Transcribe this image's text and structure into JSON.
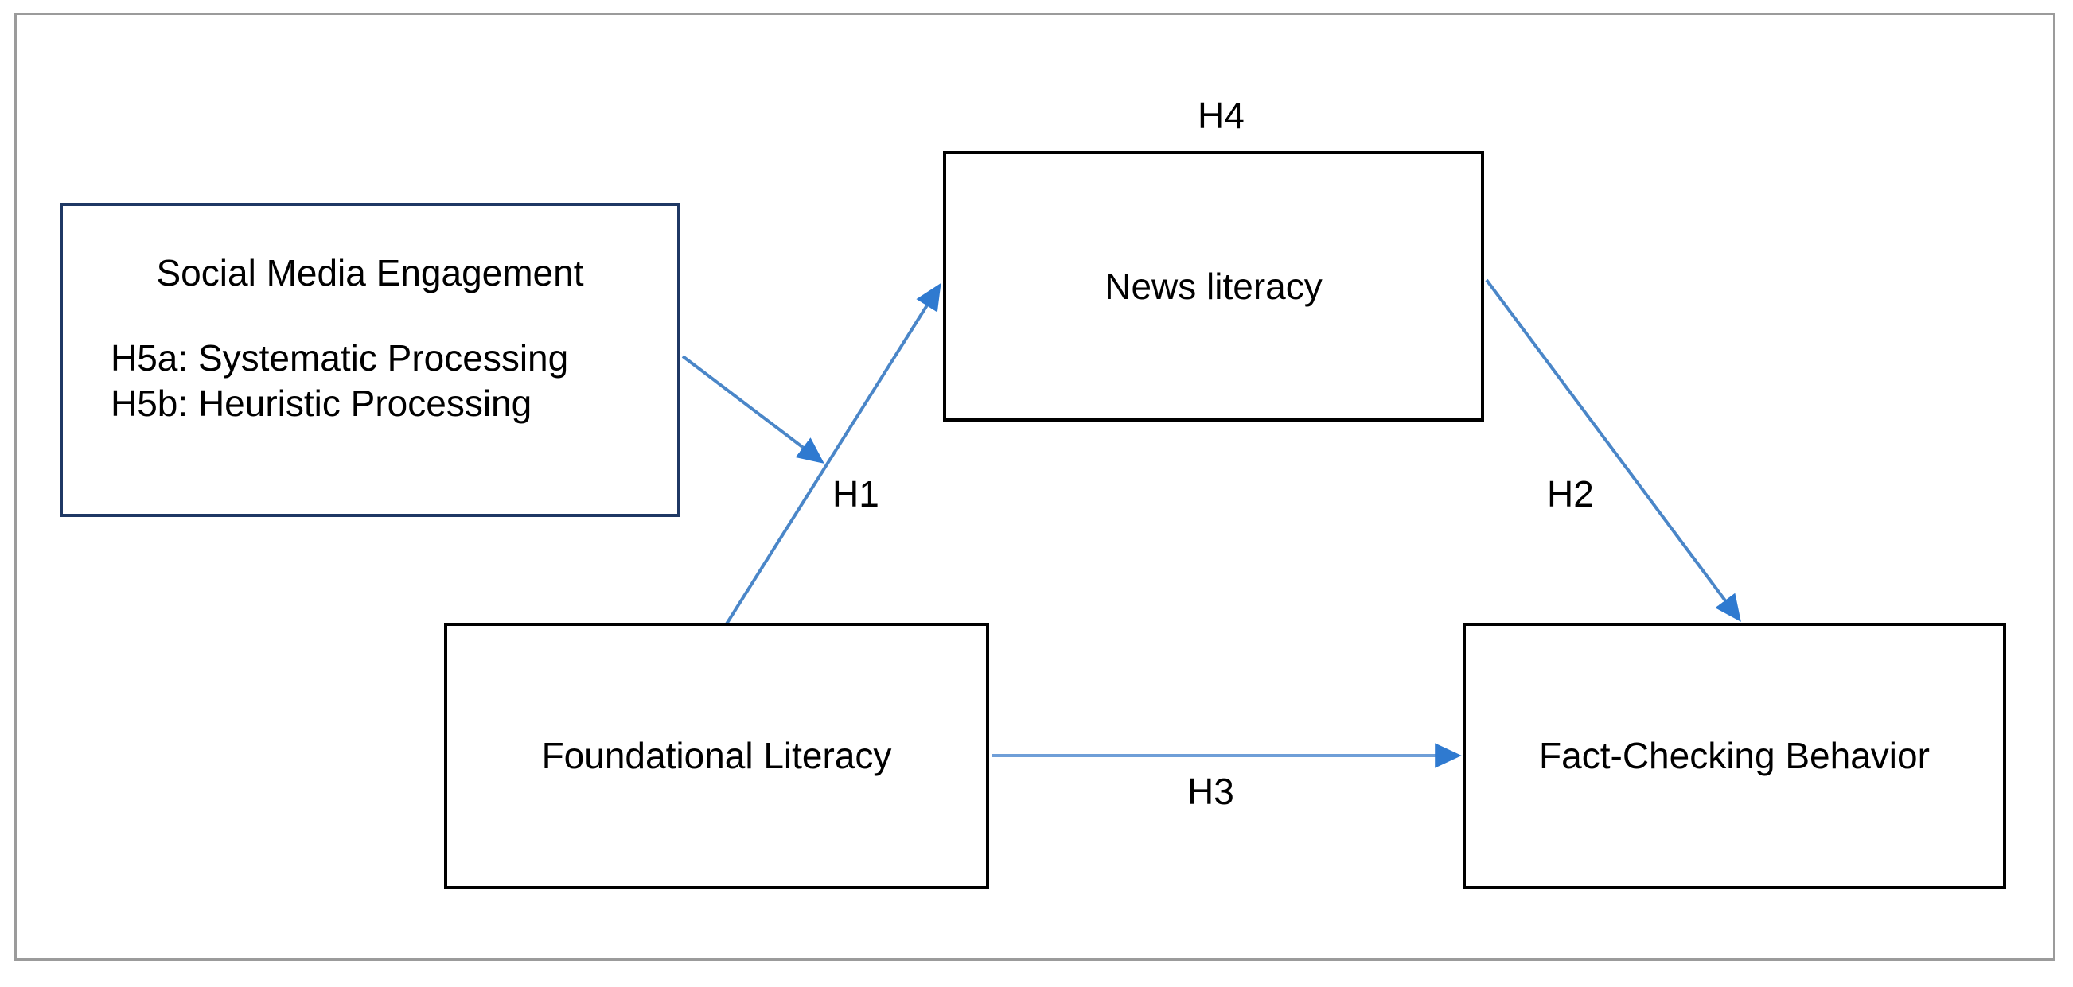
{
  "diagram": {
    "type": "conceptual-research-model",
    "frame": {
      "border_color": "#9b9b9b"
    },
    "nodes": [
      {
        "id": "social-media-engagement",
        "title": "Social Media Engagement",
        "border_color": "#1F3864",
        "sub_items": [
          "H5a: Systematic Processing",
          "H5b: Heuristic Processing"
        ]
      },
      {
        "id": "news-literacy",
        "title": "News literacy",
        "border_color": "#000000"
      },
      {
        "id": "foundational-literacy",
        "title": "Foundational Literacy",
        "border_color": "#000000"
      },
      {
        "id": "fact-checking-behavior",
        "title": "Fact-Checking Behavior",
        "border_color": "#000000"
      }
    ],
    "edges": [
      {
        "id": "h1",
        "label": "H1",
        "from": "foundational-literacy",
        "to": "news-literacy",
        "color": "#4a86c8"
      },
      {
        "id": "h2",
        "label": "H2",
        "from": "news-literacy",
        "to": "fact-checking-behavior",
        "color": "#4a86c8"
      },
      {
        "id": "h3",
        "label": "H3",
        "from": "foundational-literacy",
        "to": "fact-checking-behavior",
        "color": "#6f9fd8"
      },
      {
        "id": "h4",
        "label": "H4",
        "from": "social-media-engagement",
        "to": "news-literacy",
        "color": "#4a86c8"
      }
    ],
    "arrow_color": "#4a86c8",
    "arrow_color_light": "#6f9fd8"
  }
}
